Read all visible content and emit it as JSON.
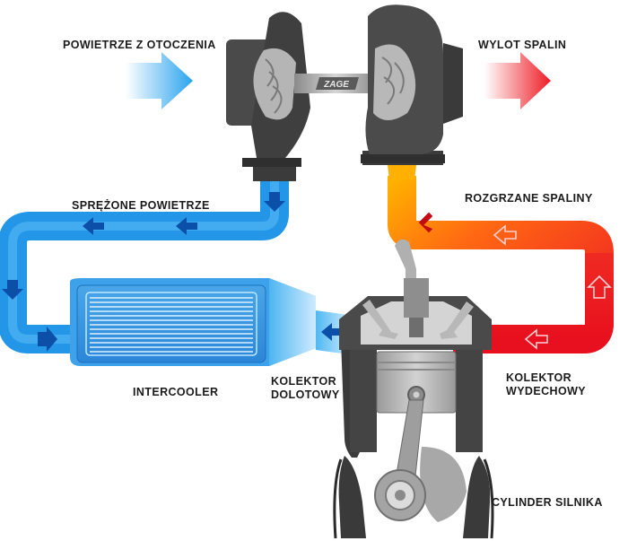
{
  "labels": {
    "ambient_air": "POWIETRZE Z OTOCZENIA",
    "exhaust_outlet": "WYLOT SPALIN",
    "compressed_air": "SPRĘŻONE POWIETRZE",
    "hot_exhaust": "ROZGRZANE SPALINY",
    "intercooler": "INTERCOOLER",
    "intake_manifold_1": "KOLEKTOR",
    "intake_manifold_2": "DOLOTOWY",
    "exhaust_manifold_1": "KOLEKTOR",
    "exhaust_manifold_2": "WYDECHOWY",
    "engine_cylinder": "CYLINDER SILNIKA"
  },
  "logo_text": "ZAGE",
  "colors": {
    "cold_air": "#1e90e6",
    "cold_air_light": "#8fd0f7",
    "hot_exhaust": "#ee1c25",
    "hot_exhaust_warm": "#ff9800",
    "metal_dark": "#4a4a4a",
    "metal_light": "#b9b9b9"
  }
}
